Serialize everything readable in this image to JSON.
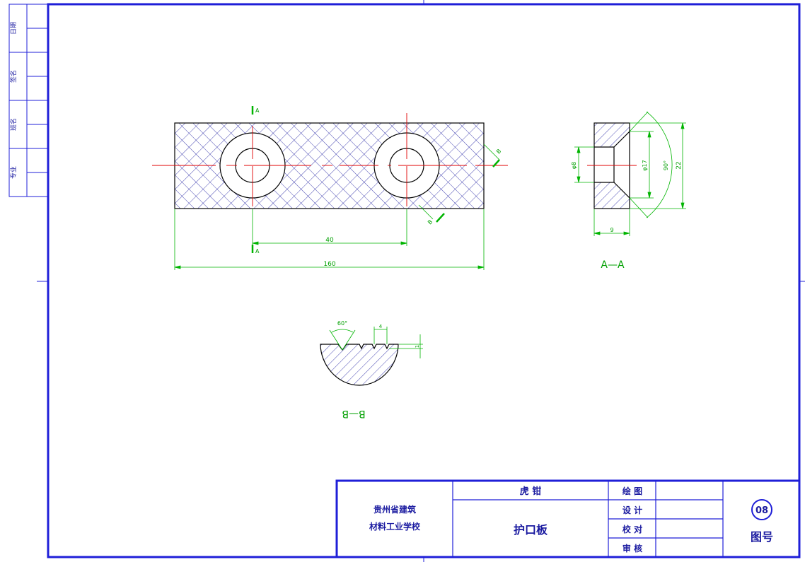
{
  "colors": {
    "border": "#1f1fd8",
    "outline": "#000000",
    "centerline": "#e00000",
    "dimension": "#00b400",
    "hatch": "#1a1aa0"
  },
  "side_table": {
    "labels": [
      "日期",
      "签名",
      "班名",
      "专业"
    ]
  },
  "front_view": {
    "section_mark": "A",
    "dim_hole_spacing": "40",
    "dim_length": "160",
    "section_mark_b": "B"
  },
  "section_aa": {
    "label": "A—A",
    "dim_small_dia": "φ8",
    "dim_big_dia": "φ17",
    "dim_angle": "90°",
    "dim_height": "22",
    "dim_width": "9"
  },
  "section_bb": {
    "label": "B—B",
    "dim_angle": "60°",
    "dim_pitch": "4",
    "dim_depth": "1"
  },
  "title_block": {
    "school_line1": "贵州省建筑",
    "school_line2": "材料工业学校",
    "assembly_name": "虎 钳",
    "part_name": "护口板",
    "role_draw": "绘 图",
    "role_design": "设 计",
    "role_check": "校 对",
    "role_review": "审 核",
    "drawing_number": "08",
    "drawing_number_label": "图号"
  }
}
